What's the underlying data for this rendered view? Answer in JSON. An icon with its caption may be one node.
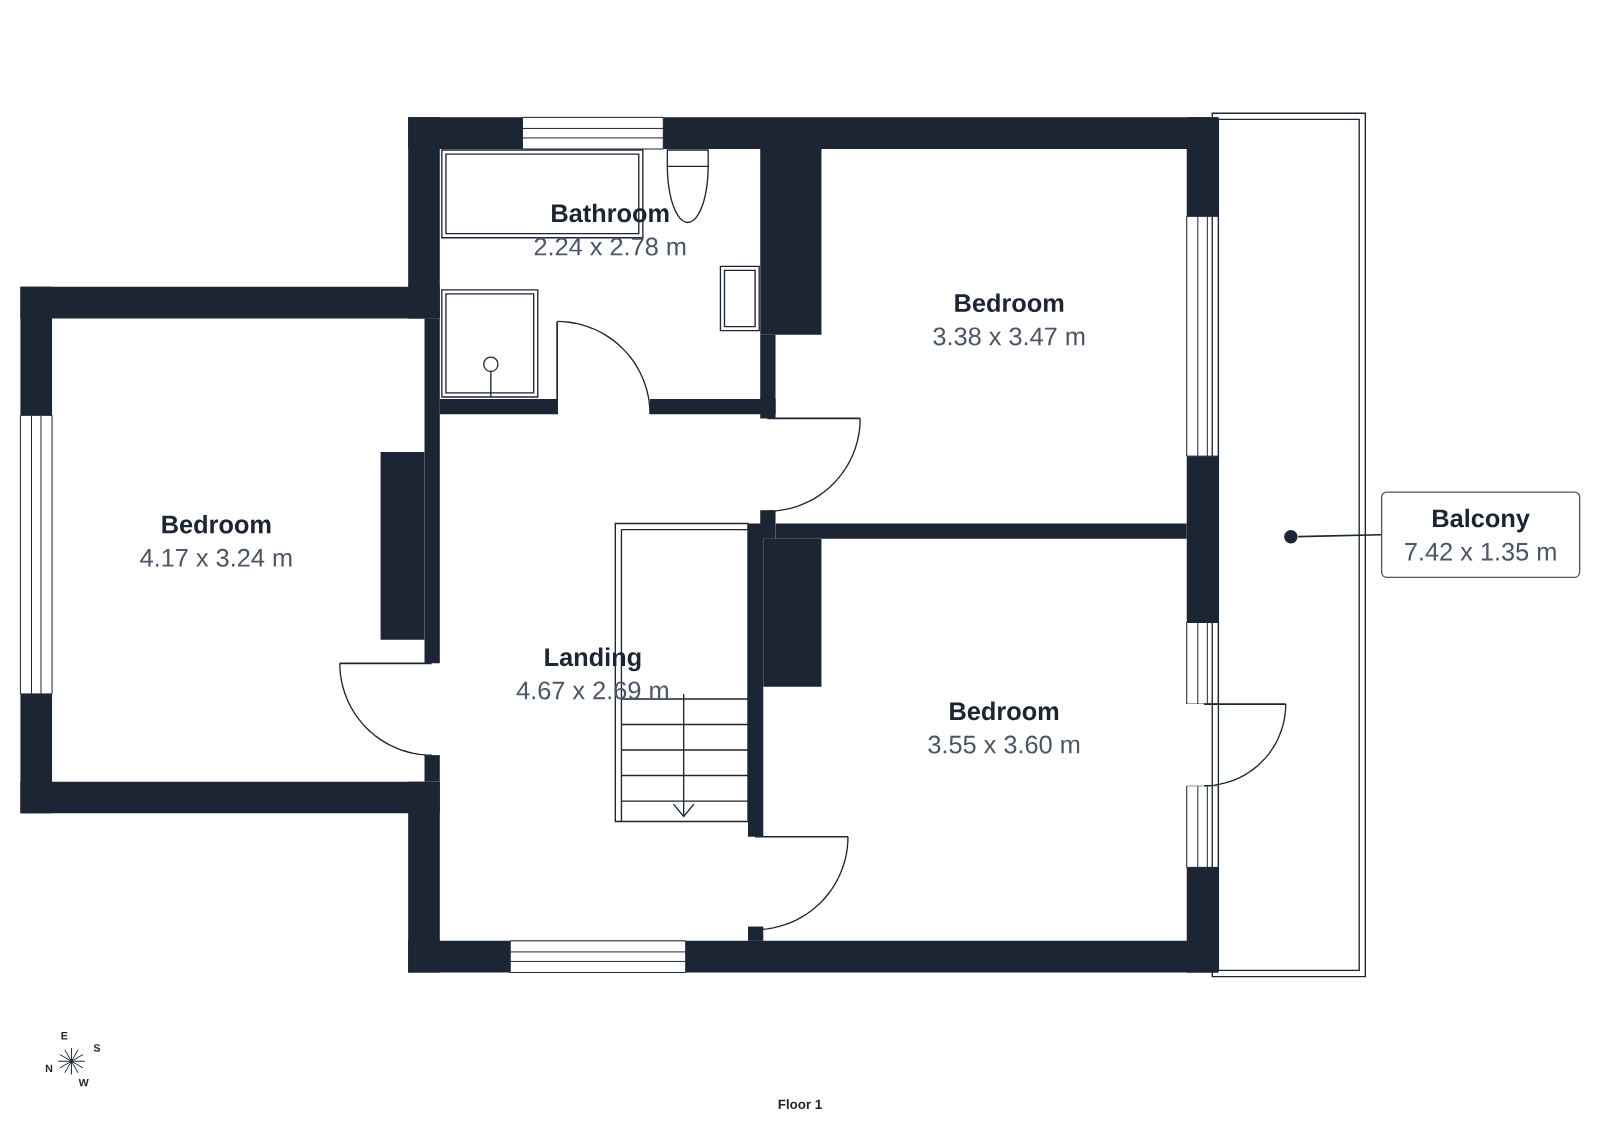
{
  "diagram": {
    "caption": "Floor 1",
    "nodes": [
      {
        "text": [
          "Bedroom",
          "4.17 x 3.24 m"
        ]
      },
      {
        "text": [
          "Bathroom",
          "2.24 x 2.78 m"
        ]
      },
      {
        "text": [
          "Bedroom",
          "3.38 x 3.47 m"
        ]
      },
      {
        "text": [
          "Landing",
          "4.67 x 2.69 m"
        ]
      },
      {
        "text": [
          "Bedroom",
          "3.55 x 3.60 m"
        ]
      },
      {
        "text": [
          "Balcony",
          "7.42 x 1.35 m"
        ]
      },
      {
        "text": [],
        "shape": "circle"
      }
    ],
    "edges": [
      {
        "from": 5,
        "to": 6,
        "arrow": "none"
      }
    ],
    "labels": [
      "E",
      "S",
      "N",
      "W"
    ]
  }
}
